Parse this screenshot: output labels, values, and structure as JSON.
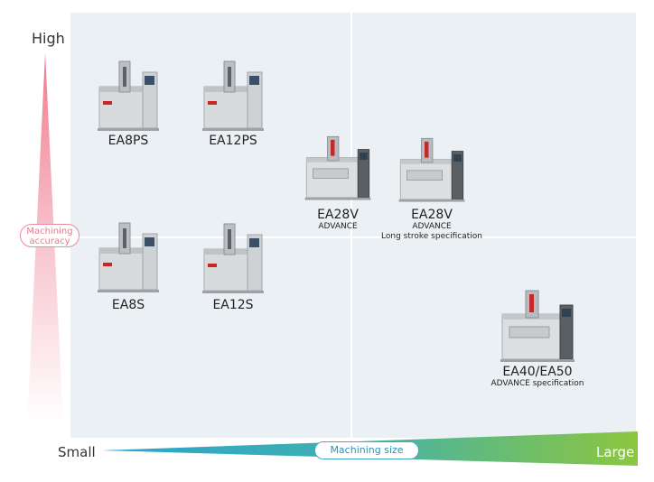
{
  "axes": {
    "vertical": {
      "high_label": "High",
      "title": "Machining accuracy"
    },
    "horizontal": {
      "small_label": "Small",
      "title": "Machining size",
      "large_label": "Large"
    }
  },
  "colors": {
    "accuracy_gradient_top": "#f27b8f",
    "size_gradient_start": "#2ca3cf",
    "size_gradient_end": "#8cc63f",
    "panel_bg": "#eaf0f3"
  },
  "products": [
    {
      "id": "ea8ps",
      "name": "EA8PS",
      "subtitle": ""
    },
    {
      "id": "ea12ps",
      "name": "EA12PS",
      "subtitle": ""
    },
    {
      "id": "ea28v",
      "name": "EA28V",
      "subtitle": "ADVANCE"
    },
    {
      "id": "ea28v-long",
      "name": "EA28V",
      "subtitle": "ADVANCE",
      "subtitle2": "Long stroke specification"
    },
    {
      "id": "ea8s",
      "name": "EA8S",
      "subtitle": ""
    },
    {
      "id": "ea12s",
      "name": "EA12S",
      "subtitle": ""
    },
    {
      "id": "ea40-ea50",
      "name": "EA40/EA50",
      "subtitle": "ADVANCE specification"
    }
  ]
}
